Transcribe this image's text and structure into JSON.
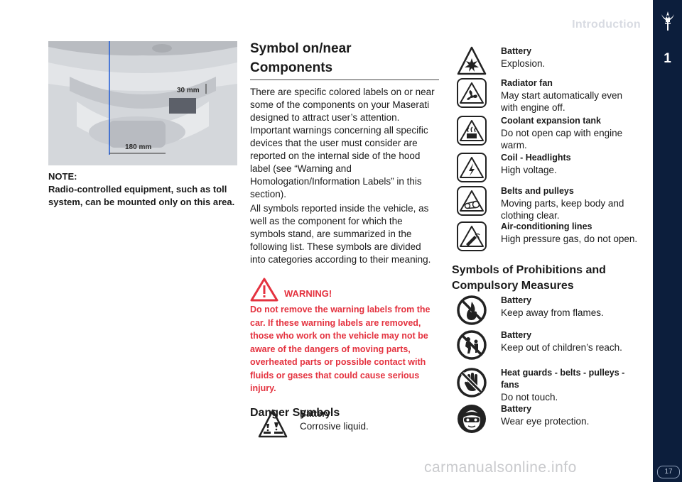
{
  "header": {
    "title": "Introduction",
    "chapter": "1",
    "page_number": "17"
  },
  "watermark": "carmanualsonline.info",
  "photo": {
    "dim_30": "30 mm",
    "dim_180": "180 mm"
  },
  "note": {
    "label": "NOTE:",
    "text": "Radio-controlled equipment, such as toll system, can be mounted only on this area."
  },
  "symbols_section": {
    "title_line1": "Symbol on/near",
    "title_line2": "Components",
    "para1": "There are specific colored labels on or near some of the components on your Maserati designed to attract user’s attention. Important warnings concerning all specific devices that the user must consider are reported on the internal side of the hood label (see “Warning and Homologation/Information Labels” in this section).",
    "para2": "All symbols reported inside the vehicle, as well as the component for which the symbols stand, are summarized in the following list. These symbols are divided into categories according to their meaning."
  },
  "warning": {
    "label": "WARNING!",
    "text": "Do not remove the warning labels from the car. If these warning labels are removed, those who work on the vehicle may not be aware of the dangers of moving parts, overheated parts or possible contact with fluids or gases that could cause serious injury."
  },
  "danger": {
    "title": "Danger Symbols",
    "items": [
      {
        "title": "Battery",
        "desc": "Corrosive liquid.",
        "icon": "corrosive-liquid-icon"
      }
    ]
  },
  "danger_more": [
    {
      "title": "Battery",
      "desc": "Explosion.",
      "icon": "explosion-icon"
    },
    {
      "title": "Radiator fan",
      "desc": "May start automatically even with engine off.",
      "icon": "radiator-fan-icon"
    },
    {
      "title": "Coolant expansion tank",
      "desc": "Do not open cap with engine warm.",
      "icon": "coolant-tank-icon"
    },
    {
      "title": "Coil - Headlights",
      "desc": "High voltage.",
      "icon": "high-voltage-icon"
    },
    {
      "title": "Belts and pulleys",
      "desc": "Moving parts, keep body and clothing clear.",
      "icon": "belts-pulleys-icon"
    },
    {
      "title": "Air-conditioning lines",
      "desc": "High pressure gas, do not open.",
      "icon": "ac-lines-icon"
    }
  ],
  "prohibitions": {
    "title_line1": "Symbols of Prohibitions and",
    "title_line2": "Compulsory Measures",
    "items": [
      {
        "title": "Battery",
        "desc": "Keep away from flames.",
        "icon": "no-flames-icon"
      },
      {
        "title": "Battery",
        "desc": "Keep out of children’s reach.",
        "icon": "no-children-icon"
      },
      {
        "title": "Heat guards - belts - pulleys - fans",
        "desc": "Do not touch.",
        "icon": "do-not-touch-icon"
      },
      {
        "title": "Battery",
        "desc": "Wear eye protection.",
        "icon": "eye-protection-icon"
      }
    ]
  },
  "colors": {
    "accent_red": "#e4323f",
    "band_navy": "#0c1e3c"
  }
}
